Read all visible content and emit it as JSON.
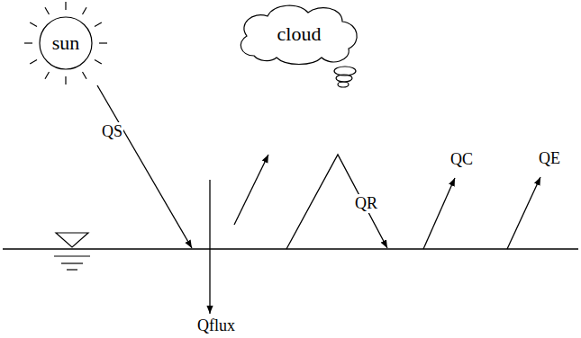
{
  "diagram": {
    "nodes": [
      {
        "text": [
          "sun"
        ]
      },
      {
        "text": [
          "cloud"
        ]
      }
    ],
    "labels": [
      "QS",
      "QR",
      "QC",
      "QE",
      "Qflux"
    ]
  }
}
